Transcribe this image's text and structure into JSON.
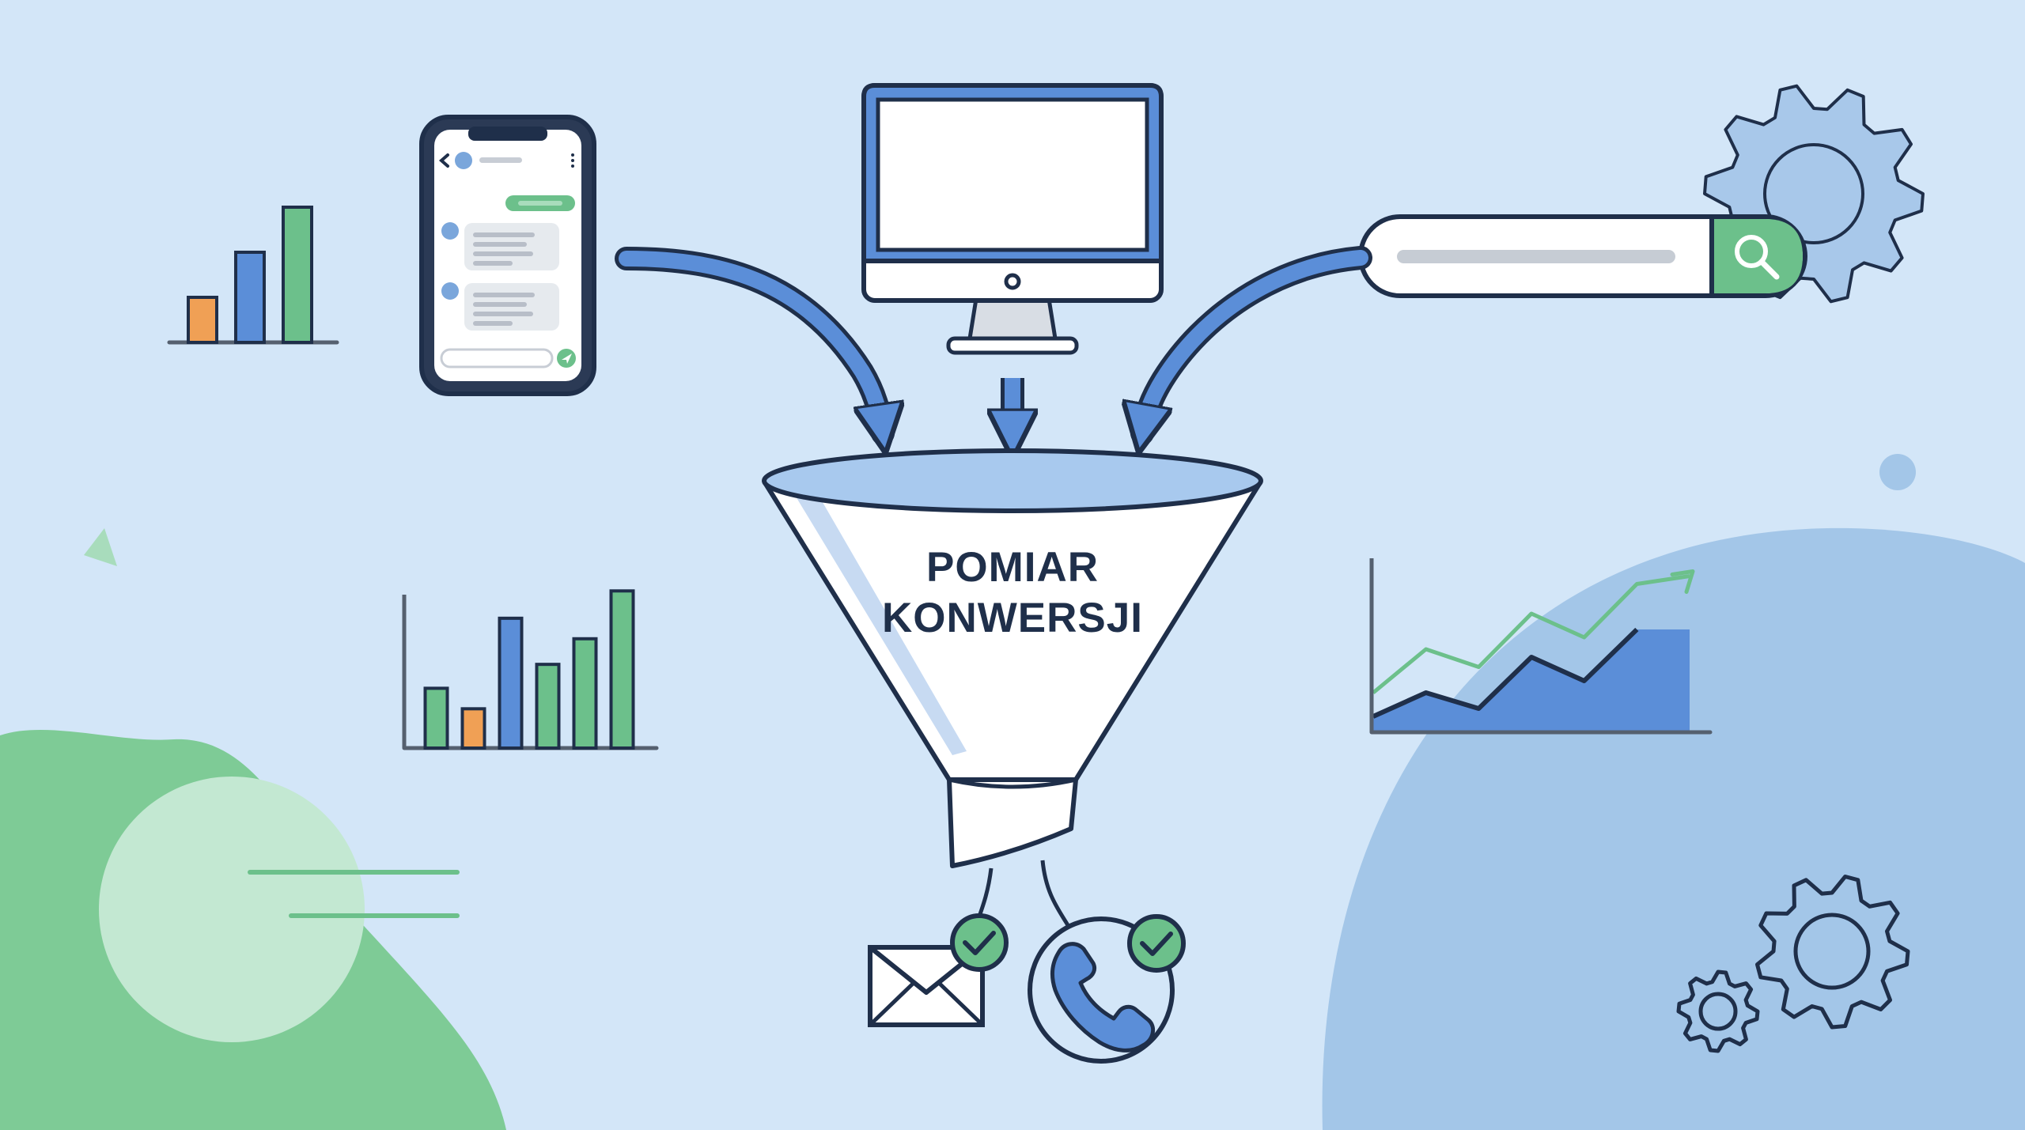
{
  "funnel": {
    "label_line1": "POMIAR",
    "label_line2": "KONWERSJI"
  },
  "colors": {
    "background": "#d3e6f8",
    "outline": "#1f2f4a",
    "accent_blue": "#5b8ed8",
    "accent_green": "#6cc08b",
    "accent_orange": "#f0a055",
    "blob_green": "#7ecb96",
    "blob_blue": "#a3c6e8"
  },
  "icons": {
    "source_left": "smartphone-chat-icon",
    "source_center": "desktop-monitor-icon",
    "source_right": "search-bar-icon",
    "output_left": "email-envelope-icon",
    "output_right": "phone-call-icon",
    "status": "checkmark-icon",
    "decor": "gear-icon"
  },
  "chart_data": [
    {
      "type": "bar",
      "categories": [
        "",
        "",
        ""
      ],
      "values": [
        3,
        6,
        9
      ],
      "colors": [
        "#f0a055",
        "#5b8ed8",
        "#6cc08b"
      ],
      "ylim": [
        0,
        10
      ]
    },
    {
      "type": "bar",
      "categories": [
        "",
        "",
        "",
        "",
        "",
        ""
      ],
      "values": [
        3.5,
        2.3,
        7.6,
        4.9,
        6.4,
        9.2
      ],
      "colors": [
        "#6cc08b",
        "#f0a055",
        "#5b8ed8",
        "#6cc08b",
        "#6cc08b",
        "#6cc08b"
      ],
      "ylim": [
        0,
        10
      ]
    },
    {
      "type": "area",
      "x": [
        0,
        1,
        2,
        3,
        4,
        5,
        6
      ],
      "series": [
        {
          "values": [
            0.8,
            2.0,
            1.2,
            3.8,
            2.6,
            5.2,
            5.2
          ],
          "color": "#5b8ed8"
        },
        {
          "values": [
            2.0,
            4.2,
            3.3,
            6.0,
            4.8,
            7.5,
            7.9
          ],
          "color": "#6cc08b"
        }
      ],
      "ylim": [
        0,
        10
      ]
    }
  ]
}
